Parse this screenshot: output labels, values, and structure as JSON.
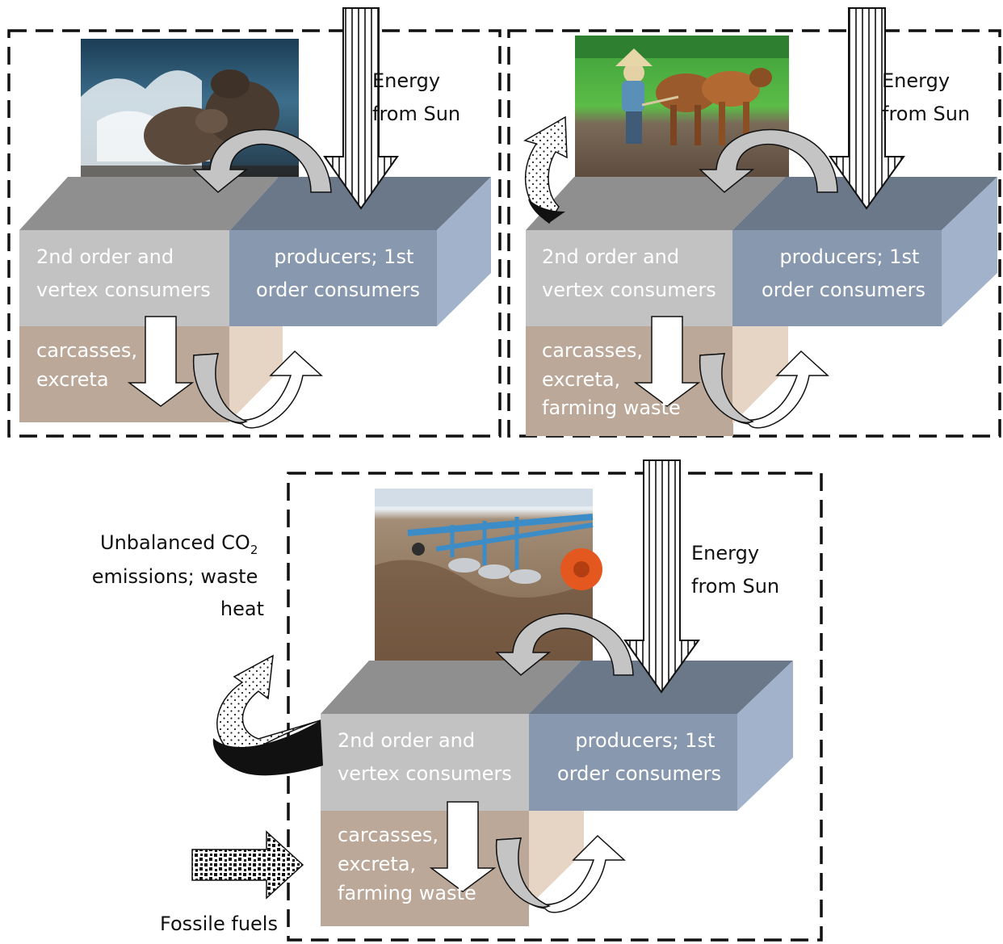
{
  "colors": {
    "top_grey": "#8f8f8f",
    "top_blue": "#6b7889",
    "front_grey": "#c2c2c2",
    "front_blue": "#8898ae",
    "side_blue": "#a1b2ca",
    "bottom_tan": "#bba899",
    "column_tan": "#e6d4c4",
    "dash": "#111111",
    "cycle_arrow": "#c4c4c4"
  },
  "panels": [
    {
      "consumer_label": [
        "2nd  order and",
        "vertex consumers"
      ],
      "producer_label": [
        "producers; 1st",
        "order consumers"
      ],
      "decomposer_label": [
        "carcasses,",
        "excreta"
      ],
      "energy_label": [
        "Energy",
        "from Sun"
      ],
      "photo": "elephant-seals-in-surf"
    },
    {
      "consumer_label": [
        "2nd  order and",
        "vertex consumers"
      ],
      "producer_label": [
        "producers; 1st",
        "order consumers"
      ],
      "decomposer_label": [
        "carcasses,",
        "excreta,",
        "farming waste"
      ],
      "energy_label": [
        "Energy",
        "from Sun"
      ],
      "photo": "farmer-plowing-rice-field-with-oxen"
    },
    {
      "consumer_label": [
        "2nd  order and",
        "vertex consumers"
      ],
      "producer_label": [
        "producers; 1st",
        "order consumers"
      ],
      "decomposer_label": [
        "carcasses,",
        "excreta,",
        "farming waste"
      ],
      "energy_label": [
        "Energy",
        "from Sun"
      ],
      "photo": "tractor-plow-in-field"
    }
  ],
  "emissions_label": {
    "line1_main": "Unbalanced CO",
    "line1_sub": "2",
    "line2": "emissions; waste",
    "line3": "heat"
  },
  "fossil_label": "Fossile fuels",
  "icons": [
    "sun-energy-arrow",
    "cycle-arrow",
    "emission-arrow",
    "fossil-fuel-arrow",
    "photo"
  ]
}
